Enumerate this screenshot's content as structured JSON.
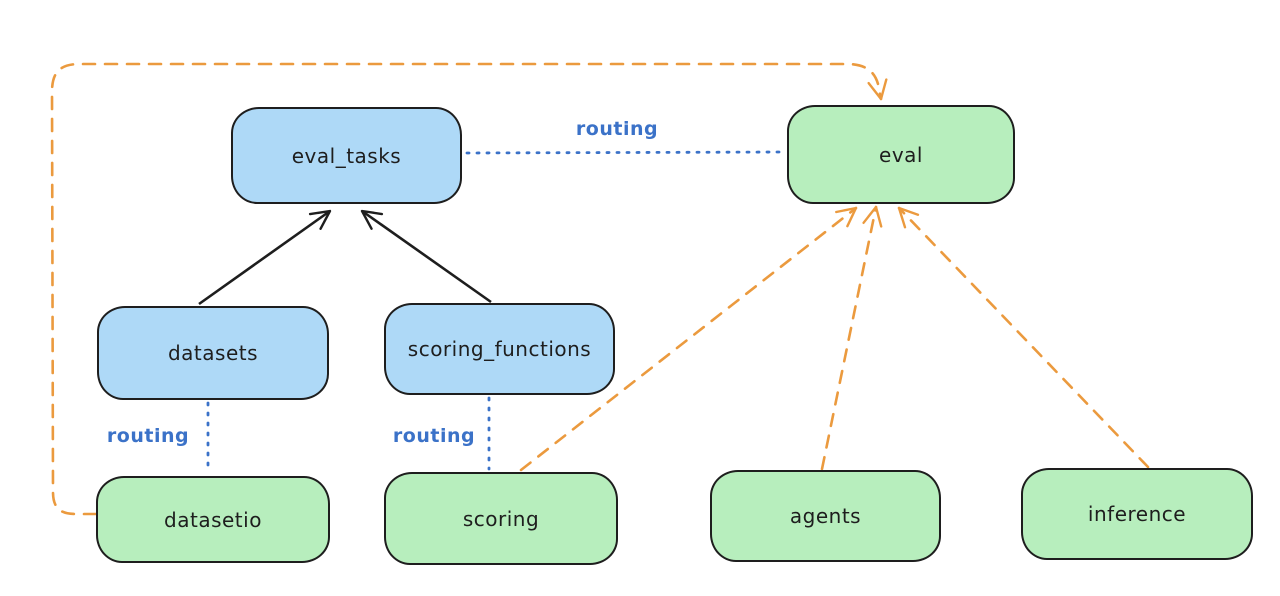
{
  "diagram": {
    "title": "",
    "nodes": {
      "eval_tasks": {
        "label": "eval_tasks",
        "kind": "resource",
        "fill": "#aed9f7"
      },
      "eval": {
        "label": "eval",
        "kind": "api",
        "fill": "#b7eebd"
      },
      "datasets": {
        "label": "datasets",
        "kind": "resource",
        "fill": "#aed9f7"
      },
      "scoring_functions": {
        "label": "scoring_functions",
        "kind": "resource",
        "fill": "#aed9f7"
      },
      "datasetio": {
        "label": "datasetio",
        "kind": "api",
        "fill": "#b7eebd"
      },
      "scoring": {
        "label": "scoring",
        "kind": "api",
        "fill": "#b7eebd"
      },
      "agents": {
        "label": "agents",
        "kind": "api",
        "fill": "#b7eebd"
      },
      "inference": {
        "label": "inference",
        "kind": "api",
        "fill": "#b7eebd"
      }
    },
    "edges": [
      {
        "from": "datasets",
        "to": "eval_tasks",
        "style": "solid-arrow",
        "color": "#1e1e1e",
        "label": ""
      },
      {
        "from": "scoring_functions",
        "to": "eval_tasks",
        "style": "solid-arrow",
        "color": "#1e1e1e",
        "label": ""
      },
      {
        "from": "eval_tasks",
        "to": "eval",
        "style": "dotted",
        "color": "#3b72c8",
        "label": "routing"
      },
      {
        "from": "datasets",
        "to": "datasetio",
        "style": "dotted",
        "color": "#3b72c8",
        "label": "routing"
      },
      {
        "from": "scoring_functions",
        "to": "scoring",
        "style": "dotted",
        "color": "#3b72c8",
        "label": "routing"
      },
      {
        "from": "datasetio",
        "to": "eval",
        "style": "dashed-arrow",
        "color": "#eb9a3e",
        "label": ""
      },
      {
        "from": "scoring",
        "to": "eval",
        "style": "dashed-arrow",
        "color": "#eb9a3e",
        "label": ""
      },
      {
        "from": "agents",
        "to": "eval",
        "style": "dashed-arrow",
        "color": "#eb9a3e",
        "label": ""
      },
      {
        "from": "inference",
        "to": "eval",
        "style": "dashed-arrow",
        "color": "#eb9a3e",
        "label": ""
      }
    ],
    "colors": {
      "node_blue": "#aed9f7",
      "node_green": "#b7eebd",
      "stroke": "#1e1e1e",
      "routing_blue": "#3b72c8",
      "dashed_orange": "#eb9a3e",
      "background": "#ffffff"
    }
  }
}
